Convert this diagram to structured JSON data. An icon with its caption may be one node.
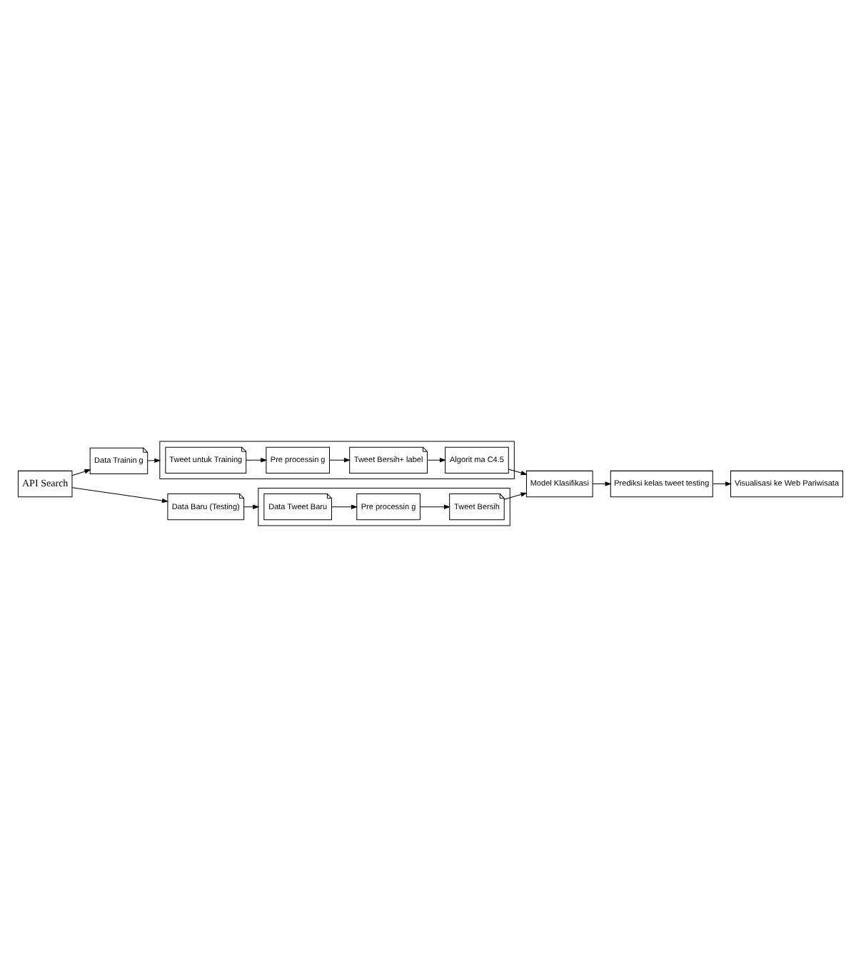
{
  "diagram": {
    "nodes": [
      {
        "text": [
          "Data Trainin g"
        ]
      },
      {
        "text": [],
        "shape": "box"
      },
      {
        "text": [
          "Tweet untuk Training"
        ],
        "in": 1
      },
      {
        "text": [
          "Pre processin g"
        ],
        "in": 1
      },
      {
        "text": [
          "Tweet Bersih+ label"
        ],
        "in": 1
      },
      {
        "text": [
          "Algorit ma C4.5"
        ],
        "in": 1
      },
      {
        "text": [
          "API Search"
        ]
      },
      {
        "text": [
          "Data Baru (Testing)"
        ]
      },
      {
        "text": [],
        "shape": "box"
      },
      {
        "text": [
          "Data Tweet Baru"
        ],
        "in": 8
      },
      {
        "text": [
          "Pre processin g"
        ],
        "in": 8
      },
      {
        "text": [
          "Tweet Bersih"
        ],
        "in": 8
      },
      {
        "text": [
          "Model Klasifikasi"
        ]
      },
      {
        "text": [
          "Prediksi kelas tweet testing"
        ]
      },
      {
        "text": [
          "Visualisasi ke Web Pariwisata"
        ]
      }
    ],
    "edges": [
      {
        "from": 6,
        "to": 0,
        "arrow": "to"
      },
      {
        "from": 6,
        "to": 7,
        "arrow": "to"
      },
      {
        "from": 0,
        "to": 1,
        "arrow": "to"
      },
      {
        "from": 2,
        "to": 3,
        "arrow": "to"
      },
      {
        "from": 3,
        "to": 4,
        "arrow": "to"
      },
      {
        "from": 4,
        "to": 5,
        "arrow": "to"
      },
      {
        "from": 5,
        "to": 12,
        "arrow": "to"
      },
      {
        "from": 7,
        "to": 8,
        "arrow": "to"
      },
      {
        "from": 9,
        "to": 10,
        "arrow": "to"
      },
      {
        "from": 10,
        "to": 11,
        "arrow": "to"
      },
      {
        "from": 11,
        "to": 12,
        "arrow": "to"
      },
      {
        "from": 12,
        "to": 13,
        "arrow": "to"
      },
      {
        "from": 13,
        "to": 14,
        "arrow": "to"
      }
    ]
  }
}
